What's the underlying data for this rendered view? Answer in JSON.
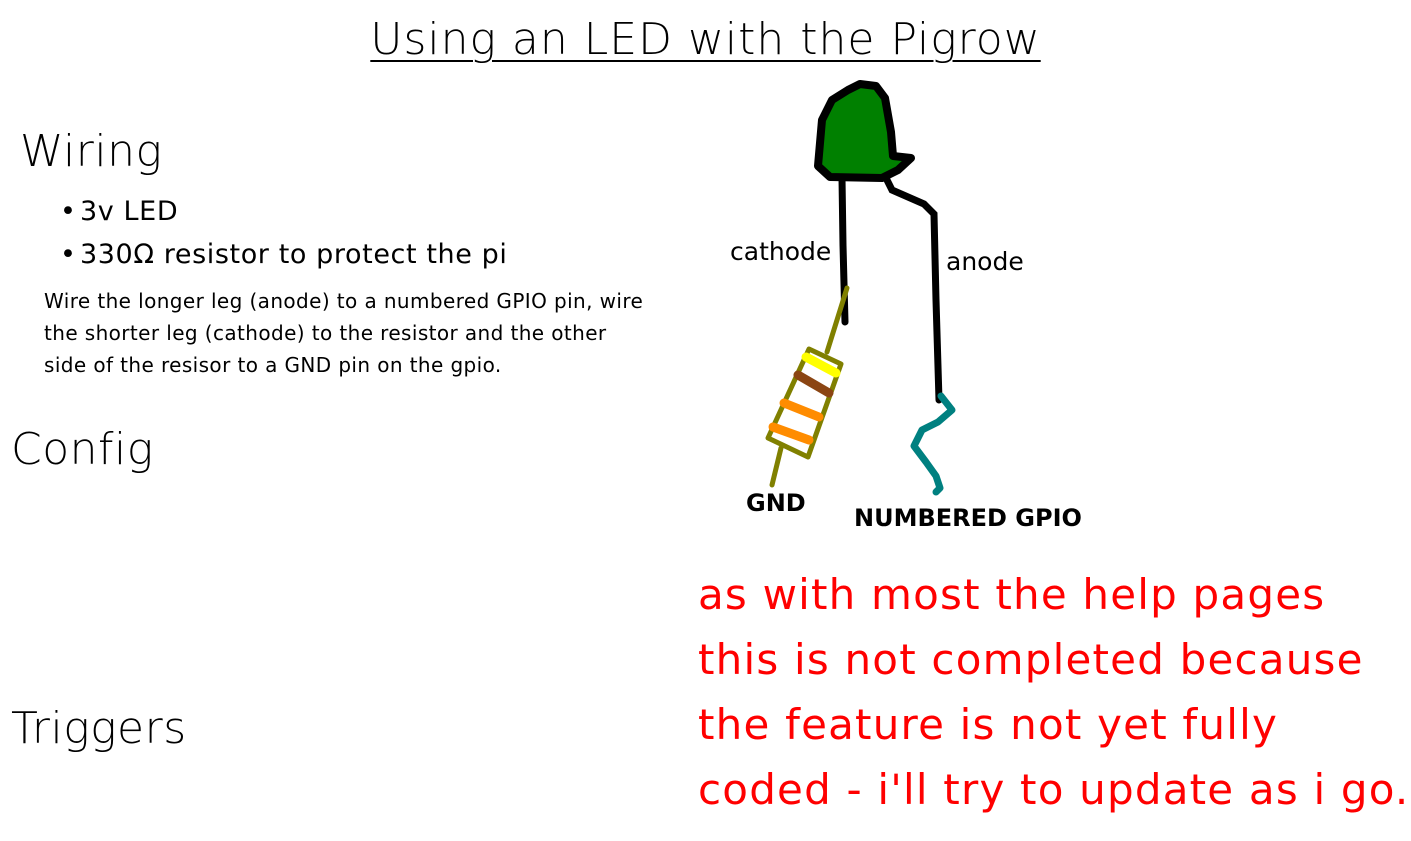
{
  "title": "Using an LED with the Pigrow",
  "wiring": {
    "heading": "Wiring",
    "items": [
      {
        "bullet": "•",
        "text": "3v LED"
      },
      {
        "bullet": "•",
        "text": "330Ω resistor to protect the pi"
      }
    ],
    "instructions": "Wire the longer leg (anode) to a numbered GPIO pin, wire the shorter leg (cathode) to the resistor and the other side of the resisor to a GND pin on the gpio."
  },
  "config": {
    "heading": "Config"
  },
  "triggers": {
    "heading": "Triggers"
  },
  "diagram": {
    "labels": {
      "cathode": "cathode",
      "anode": "anode",
      "gnd": "GND",
      "gpio": "NUMBERED GPIO"
    },
    "colors": {
      "led_body": "#008000",
      "wire": "#000000",
      "resistor": "#808000",
      "band_1": "#ffff00",
      "band_2": "#8b4513",
      "band_3": "#ff8c00",
      "band_4": "#ff8c00",
      "gpio_wire": "#008080"
    }
  },
  "note": {
    "color": "#ff0000",
    "lines": [
      "as with most the help pages",
      "this is not completed because",
      "the feature is not yet fully",
      "coded - i'll try to update as i go."
    ]
  }
}
